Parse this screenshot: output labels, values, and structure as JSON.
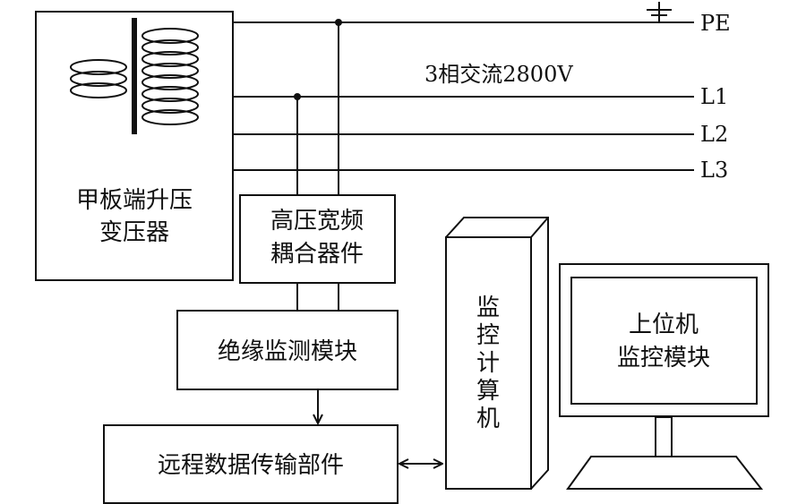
{
  "lines": {
    "pe": "PE",
    "l1": "L1",
    "l2": "L2",
    "l3": "L3",
    "caption": "3相交流2800V"
  },
  "blocks": {
    "transformer": [
      "甲板端升压",
      "变压器"
    ],
    "coupler": [
      "高压宽频",
      "耦合器件"
    ],
    "insulation_monitor": "绝缘监测模块",
    "remote_transmission": "远程数据传输部件",
    "monitor_computer": [
      "监",
      "控",
      "计",
      "算",
      "机"
    ],
    "host_module": [
      "上位机",
      "监控模块"
    ]
  },
  "colors": {
    "stroke": "#111111",
    "background": "#ffffff"
  }
}
